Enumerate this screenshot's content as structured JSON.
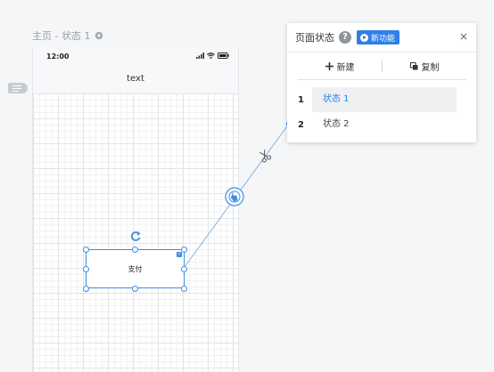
{
  "page": {
    "title": "主页 - 状态 1"
  },
  "phone": {
    "status_time": "12:00",
    "nav_title": "text"
  },
  "widget": {
    "label": "支付"
  },
  "panel": {
    "title": "页面状态",
    "help_glyph": "?",
    "new_feature_label": "新功能",
    "close_glyph": "×",
    "toolbar": {
      "new_label": "新建",
      "copy_label": "复制"
    },
    "states": [
      {
        "number": "1",
        "label": "状态 1",
        "active": true
      },
      {
        "number": "2",
        "label": "状态 2",
        "active": false
      }
    ]
  },
  "colors": {
    "accent": "#2f7fe8",
    "link": "#5b9be0",
    "selection": "#3c8fe6"
  },
  "icons": [
    "gear-icon",
    "rotate-icon",
    "interaction-icon",
    "scissors-icon",
    "help-icon",
    "plus-icon",
    "copy-icon",
    "close-icon"
  ]
}
